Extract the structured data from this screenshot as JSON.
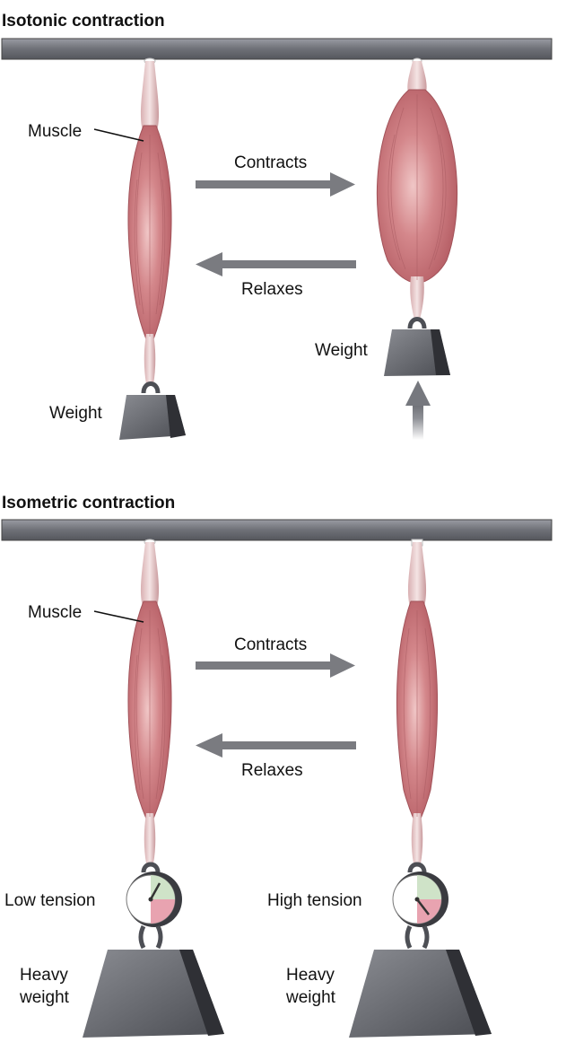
{
  "isotonic": {
    "title": "Isotonic contraction",
    "muscle_label": "Muscle",
    "contracts_label": "Contracts",
    "relaxes_label": "Relaxes",
    "weight_left_label": "Weight",
    "weight_right_label": "Weight"
  },
  "isometric": {
    "title": "Isometric contraction",
    "muscle_label": "Muscle",
    "contracts_label": "Contracts",
    "relaxes_label": "Relaxes",
    "low_tension_label": "Low tension",
    "high_tension_label": "High tension",
    "heavy_left_line1": "Heavy",
    "heavy_left_line2": "weight",
    "heavy_right_line1": "Heavy",
    "heavy_right_line2": "weight"
  },
  "colors": {
    "bar": "#6e7077",
    "arrow": "#7a7b80",
    "muscle": "#c9777c",
    "tendon": "#e3c4c4",
    "weight_front": "#5b5d63",
    "weight_side": "#2f3035",
    "gauge_green": "#cfe3c8",
    "gauge_red": "#e8a3b0"
  },
  "icons": [
    "muscle-icon",
    "weight-icon",
    "tension-gauge-icon",
    "arrow-right-icon",
    "arrow-left-icon",
    "arrow-up-icon"
  ]
}
